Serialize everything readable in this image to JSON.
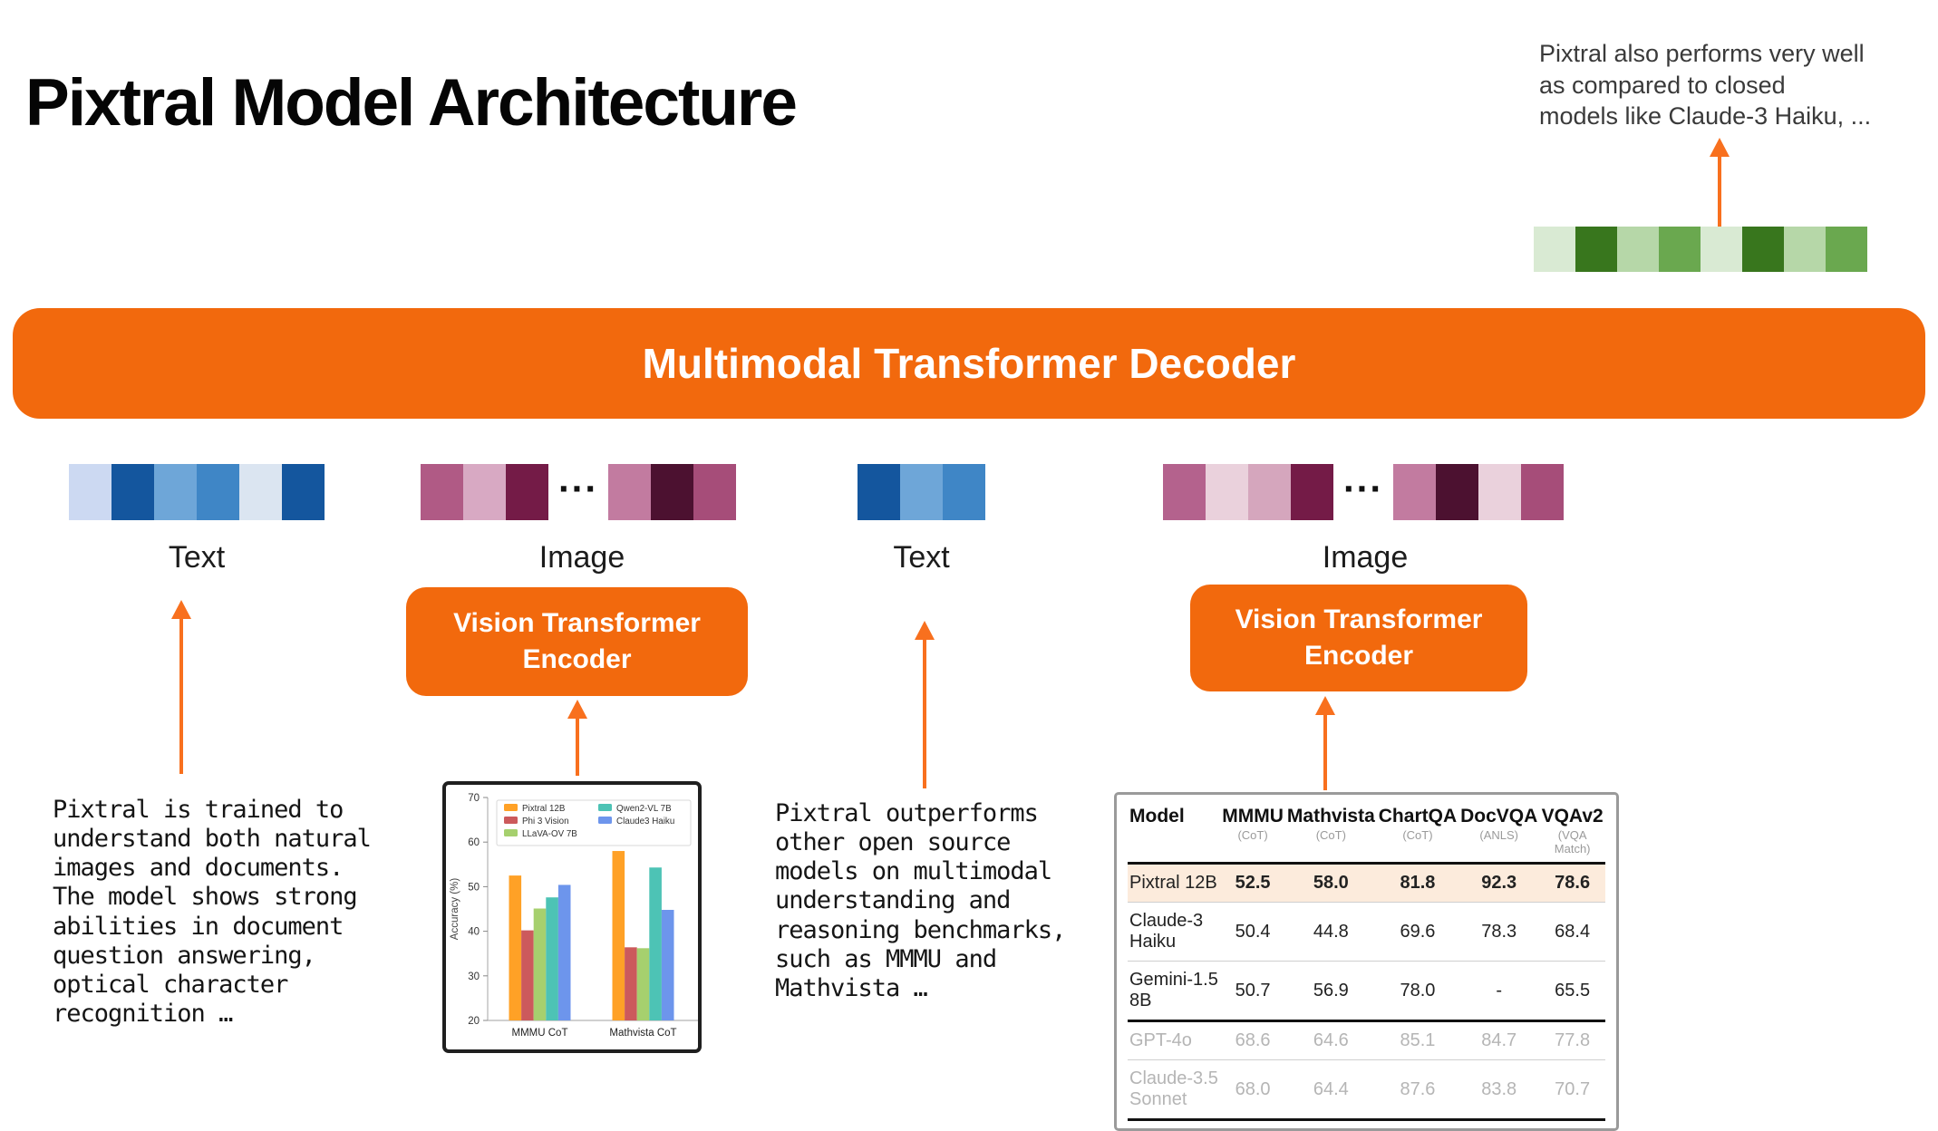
{
  "title": "Pixtral Model Architecture",
  "annotation": {
    "text": "Pixtral also performs very well\nas compared to closed\nmodels like Claude-3 Haiku, ..."
  },
  "decoder_banner": "Multimodal Transformer Decoder",
  "encoder_label": "Vision Transformer\nEncoder",
  "captions": {
    "left": "Pixtral is trained to\nunderstand both natural\nimages and documents.\nThe model shows strong\nabilities in document\nquestion answering,\noptical character\nrecognition …",
    "mid": "Pixtral outperforms\nother open source\nmodels on multimodal\nunderstanding and\nreasoning benchmarks,\nsuch as MMMU and\nMathvista …"
  },
  "tokens": {
    "ellipsis": "...",
    "text1": {
      "label": "Text",
      "colors": [
        "#CCD9F2",
        "#14569E",
        "#6EA6D8",
        "#3F86C6",
        "#DBE5F1",
        "#14569E"
      ]
    },
    "image1": {
      "label": "Image",
      "left": [
        "#B05A85",
        "#D8A9C3",
        "#741B47"
      ],
      "right": [
        "#C27BA0",
        "#4C1130",
        "#A64D79"
      ]
    },
    "text2": {
      "label": "Text",
      "colors": [
        "#14569E",
        "#6EA6D8",
        "#3F86C6"
      ]
    },
    "image2": {
      "label": "Image",
      "left": [
        "#B4628D",
        "#EAD1DC",
        "#D5A6BD",
        "#741B47"
      ],
      "right": [
        "#C27BA0",
        "#4C1130",
        "#EAD1DC",
        "#A64D79"
      ]
    },
    "output_green": {
      "colors": [
        "#D9EAD3",
        "#38761D",
        "#B6D7A8",
        "#6AA84F",
        "#D9EAD3",
        "#38761D",
        "#B6D7A8",
        "#6AA84F"
      ]
    }
  },
  "colors": {
    "accent_orange": "#F2690D",
    "arrow_orange": "#F8701E",
    "highlight_row": "#FCEBDC"
  },
  "chart_data": {
    "type": "bar",
    "title": "",
    "xlabel": "",
    "ylabel": "Accuracy (%)",
    "ylim": [
      20,
      70
    ],
    "yticks": [
      20,
      30,
      40,
      50,
      60,
      70
    ],
    "categories": [
      "MMMU CoT",
      "Mathvista CoT"
    ],
    "series": [
      {
        "name": "Pixtral 12B",
        "color": "#FFA126",
        "values": [
          52.5,
          58.0
        ]
      },
      {
        "name": "Phi 3 Vision",
        "color": "#CC5A5C",
        "values": [
          40.2,
          36.4
        ]
      },
      {
        "name": "LLaVA-OV 7B",
        "color": "#A6D06E",
        "values": [
          45.1,
          36.2
        ]
      },
      {
        "name": "Qwen2-VL 7B",
        "color": "#4DC3B5",
        "values": [
          47.6,
          54.3
        ]
      },
      {
        "name": "Claude3 Haiku",
        "color": "#6D95EC",
        "values": [
          50.4,
          44.8
        ]
      }
    ],
    "legend_position": "upper center, 2 columns",
    "grid": false
  },
  "table": {
    "columns": [
      {
        "label": "Model",
        "sub": ""
      },
      {
        "label": "MMMU",
        "sub": "(CoT)"
      },
      {
        "label": "Mathvista",
        "sub": "(CoT)"
      },
      {
        "label": "ChartQA",
        "sub": "(CoT)"
      },
      {
        "label": "DocVQA",
        "sub": "(ANLS)"
      },
      {
        "label": "VQAv2",
        "sub": "(VQA Match)"
      }
    ],
    "rows": [
      {
        "model": "Pixtral 12B",
        "values": [
          "52.5",
          "58.0",
          "81.8",
          "92.3",
          "78.6"
        ],
        "highlight": true,
        "bold": true,
        "muted": false,
        "thick_below": false
      },
      {
        "model": "Claude-3 Haiku",
        "values": [
          "50.4",
          "44.8",
          "69.6",
          "78.3",
          "68.4"
        ],
        "highlight": false,
        "bold": false,
        "muted": false,
        "thick_below": false
      },
      {
        "model": "Gemini-1.5 8B",
        "values": [
          "50.7",
          "56.9",
          "78.0",
          "-",
          "65.5"
        ],
        "highlight": false,
        "bold": false,
        "muted": false,
        "thick_below": true
      },
      {
        "model": "GPT-4o",
        "values": [
          "68.6",
          "64.6",
          "85.1",
          "84.7",
          "77.8"
        ],
        "highlight": false,
        "bold": false,
        "muted": true,
        "thick_below": false
      },
      {
        "model": "Claude-3.5 Sonnet",
        "values": [
          "68.0",
          "64.4",
          "87.6",
          "83.8",
          "70.7"
        ],
        "highlight": false,
        "bold": false,
        "muted": true,
        "thick_below": false
      }
    ]
  }
}
